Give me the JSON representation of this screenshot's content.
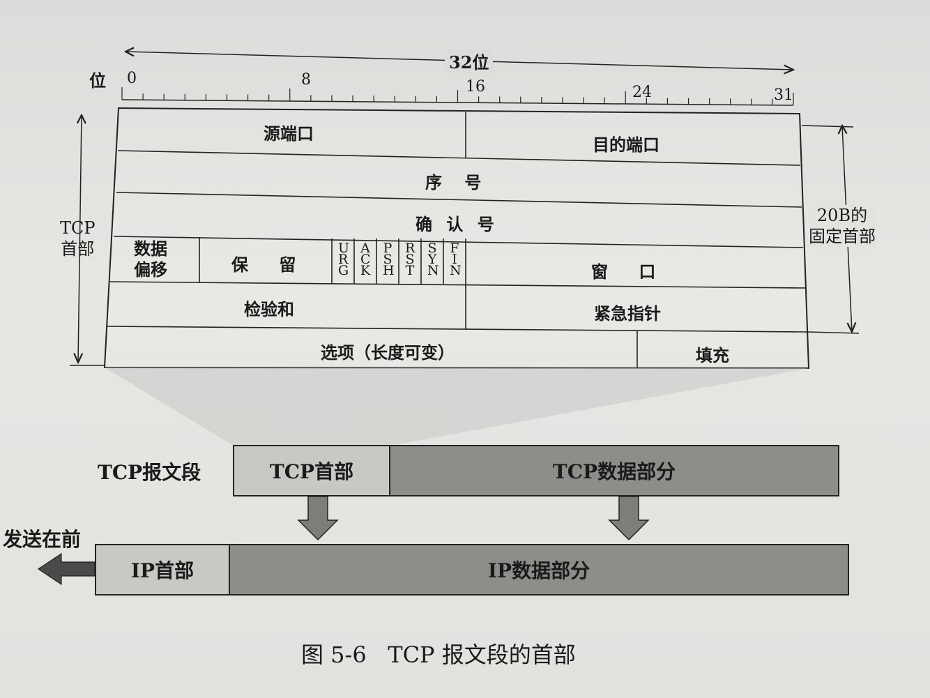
{
  "bit_axis": {
    "width_label": "32位",
    "unit_label": "位",
    "ticks": [
      "0",
      "8",
      "16",
      "24",
      "31"
    ]
  },
  "header": {
    "rows": [
      [
        {
          "label": "源端口"
        },
        {
          "label": "目的端口"
        }
      ],
      [
        {
          "label": "序 号"
        }
      ],
      [
        {
          "label": "确 认 号"
        }
      ],
      [
        {
          "label": "数据\n偏移"
        },
        {
          "label": "保 留"
        },
        {
          "label": "URG"
        },
        {
          "label": "ACK"
        },
        {
          "label": "PSH"
        },
        {
          "label": "RST"
        },
        {
          "label": "SYN"
        },
        {
          "label": "FIN"
        },
        {
          "label": "窗 口"
        }
      ],
      [
        {
          "label": "检验和"
        },
        {
          "label": "紧急指针"
        }
      ],
      [
        {
          "label": "选项（长度可变）"
        },
        {
          "label": "填充"
        }
      ]
    ],
    "left_brace_label": "TCP\n首部",
    "right_brace_label": "20B的\n固定首部"
  },
  "segment": {
    "row_label": "TCP报文段",
    "header_part": "TCP首部",
    "data_part": "TCP数据部分"
  },
  "ip_packet": {
    "direction_label": "发送在前",
    "header_part": "IP首部",
    "data_part": "IP数据部分"
  },
  "caption": "图 5-6   TCP 报文段的首部",
  "colors": {
    "light_fill": "#c8c8c4",
    "dark_fill": "#8d8d8a",
    "line": "#222222"
  }
}
